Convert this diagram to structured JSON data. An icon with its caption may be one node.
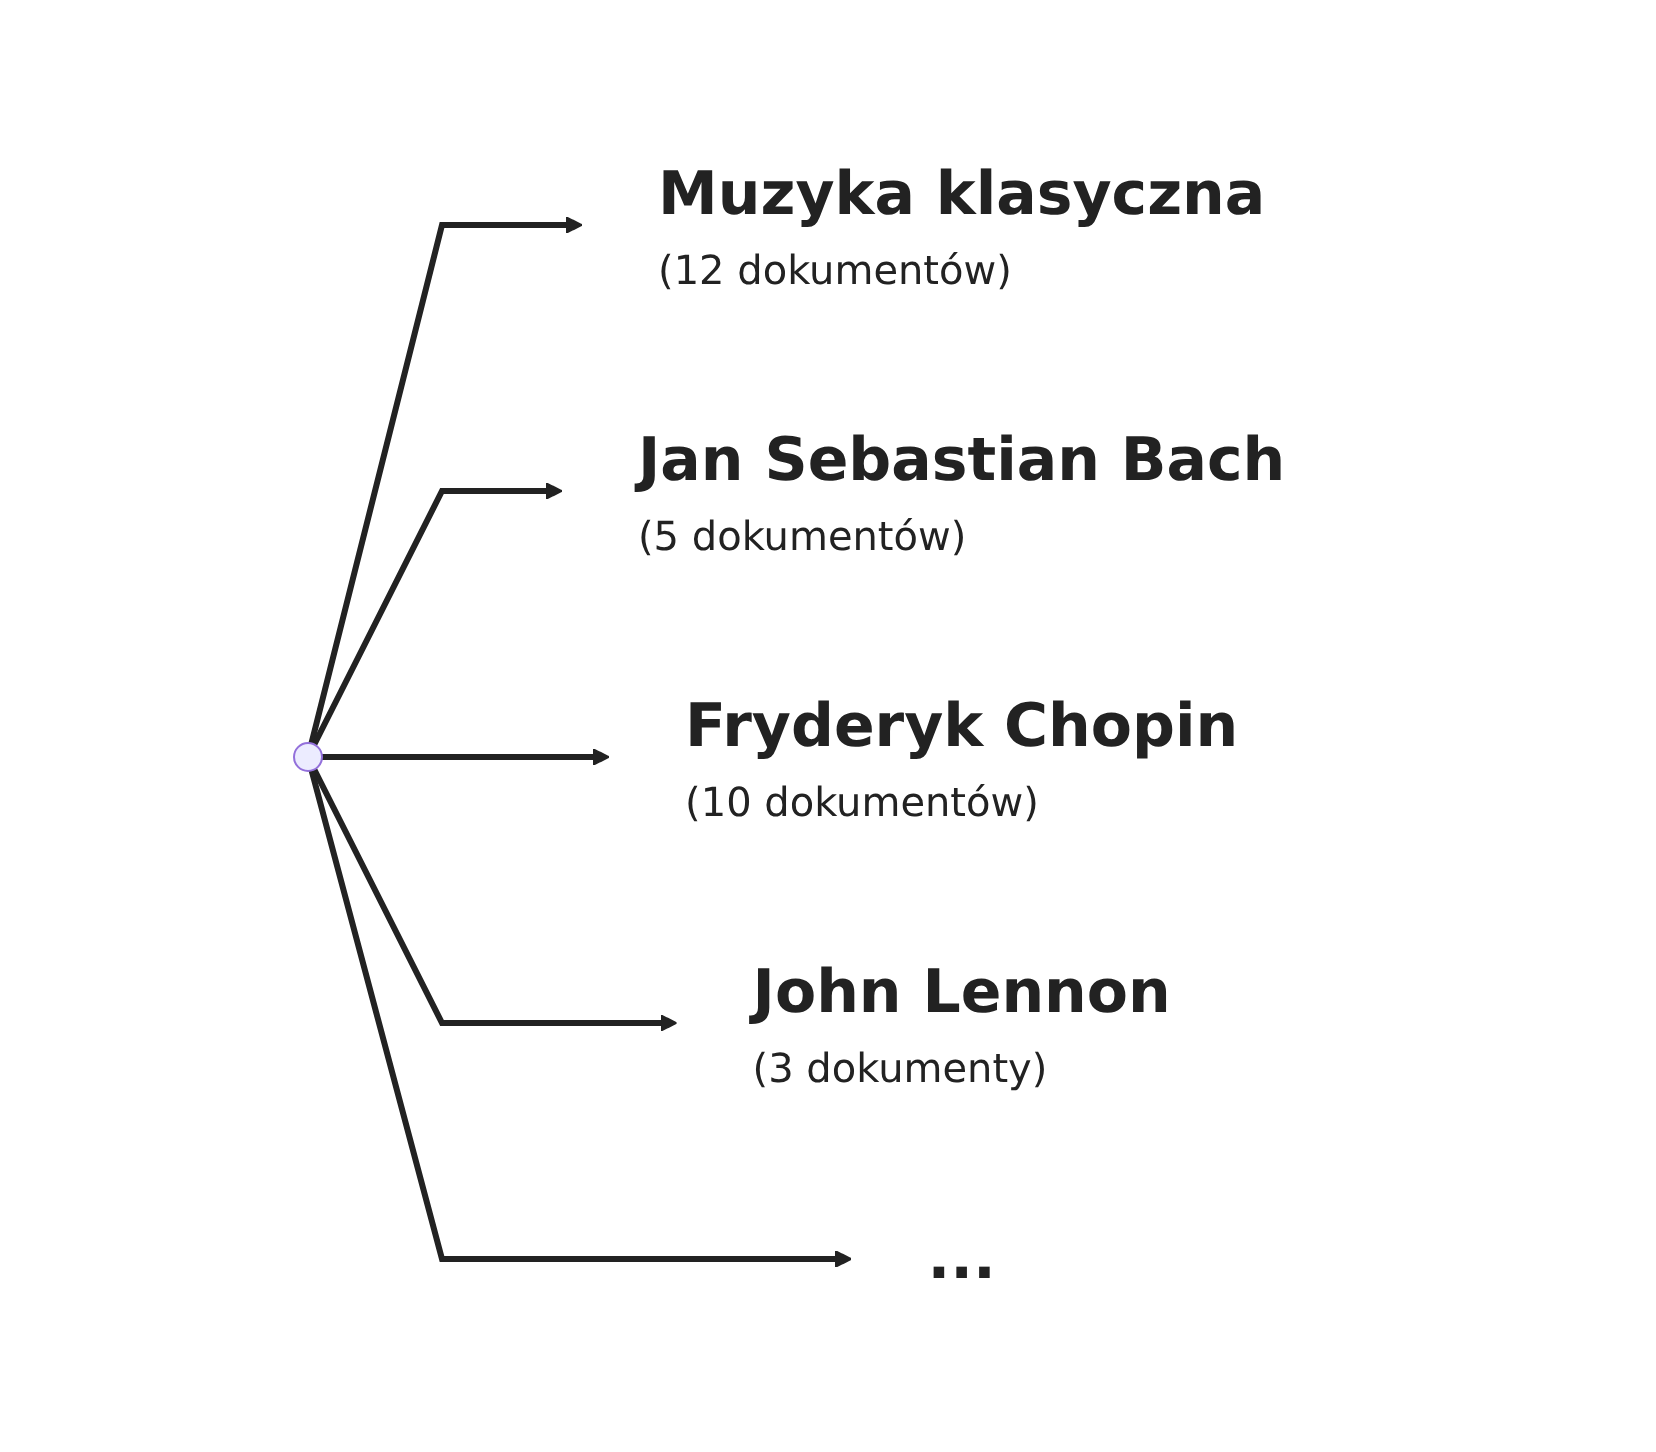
{
  "diagram": {
    "nodes": [
      {
        "text": [
          "Muzyka klasyczna",
          "(12 dokumentów)"
        ]
      },
      {
        "text": [
          "Jan Sebastian Bach",
          "(5 dokumentów)"
        ]
      },
      {
        "text": [
          "Fryderyk Chopin",
          "(10 dokumentów)"
        ]
      },
      {
        "text": [
          "John Lennon",
          "(3 dokumenty)"
        ]
      },
      {
        "text": [
          "..."
        ]
      }
    ],
    "edges": [
      {
        "from": null,
        "to": 0,
        "arrow": "to"
      },
      {
        "from": null,
        "to": 1,
        "arrow": "to"
      },
      {
        "from": null,
        "to": 2,
        "arrow": "to"
      },
      {
        "from": null,
        "to": 3,
        "arrow": "to"
      },
      {
        "from": null,
        "to": 4,
        "arrow": "to"
      }
    ]
  }
}
